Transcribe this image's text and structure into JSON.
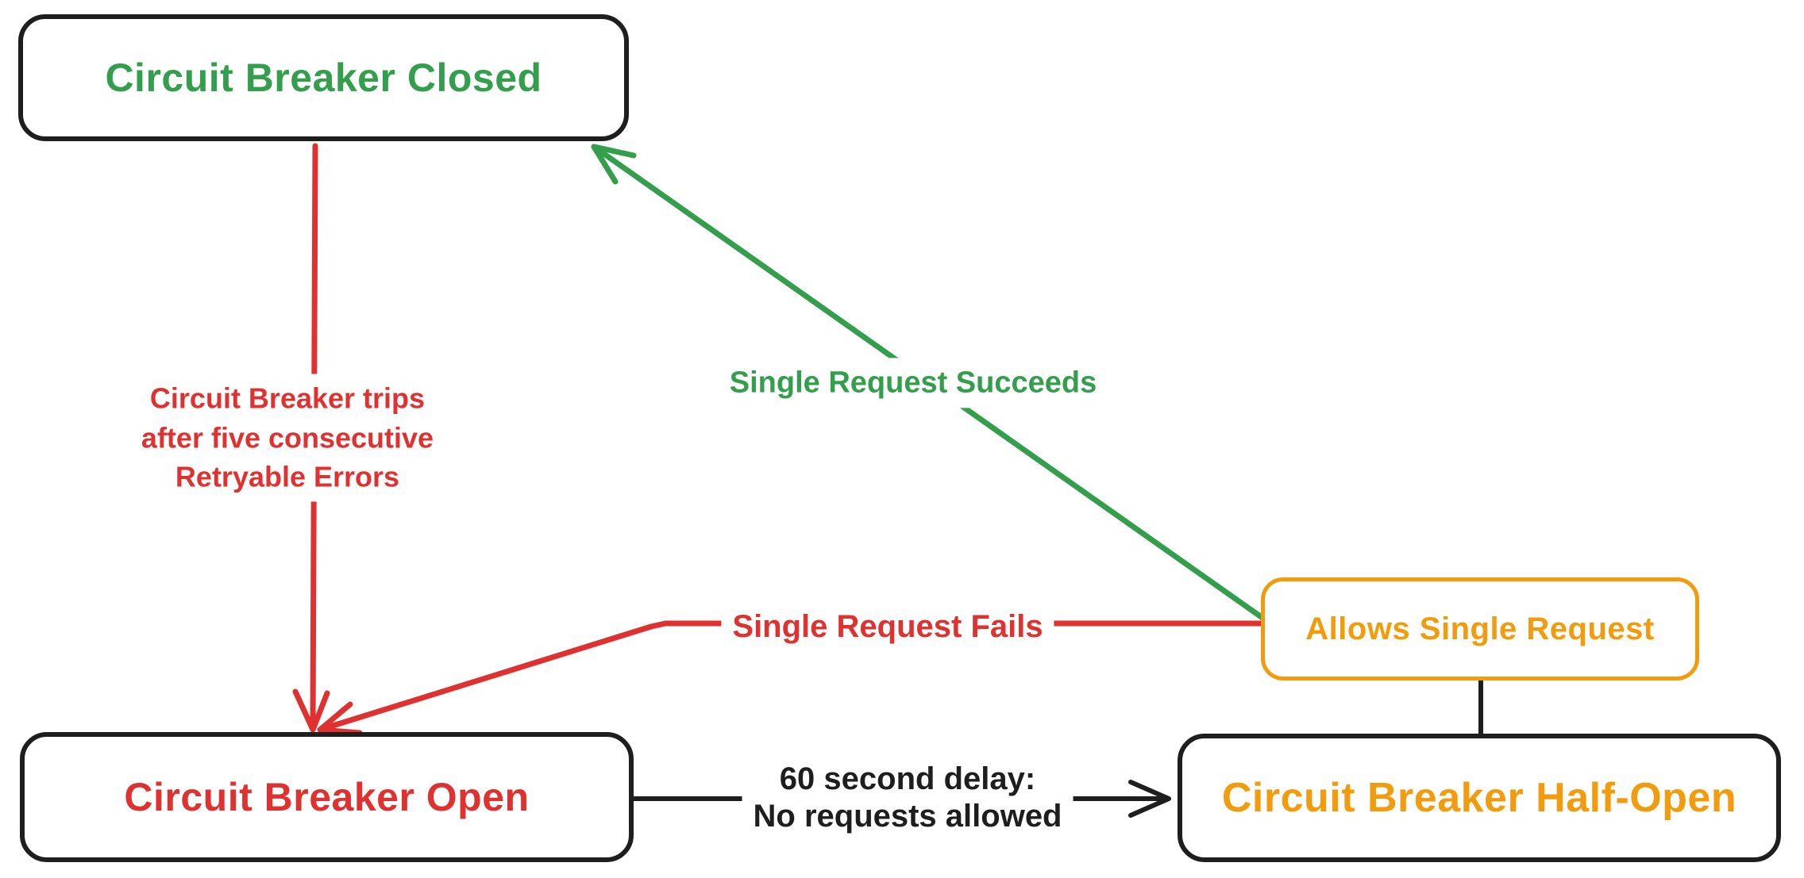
{
  "diagram": {
    "kind": "state-diagram",
    "subject": "Circuit Breaker pattern states",
    "nodes": {
      "closed": {
        "label": "Circuit Breaker Closed"
      },
      "open": {
        "label": "Circuit Breaker Open"
      },
      "half_open": {
        "label": "Circuit Breaker Half-Open"
      },
      "allows": {
        "label": "Allows Single Request"
      }
    },
    "edges": {
      "trips": {
        "label": "Circuit Breaker trips\nafter five consecutive\nRetryable Errors",
        "from": "closed",
        "to": "open"
      },
      "fails": {
        "label": "Single Request Fails",
        "from": "allows",
        "to": "open"
      },
      "succeeds": {
        "label": "Single Request Succeeds",
        "from": "allows",
        "to": "closed"
      },
      "delay": {
        "label": "60 second delay:\nNo requests allowed",
        "from": "open",
        "to": "half_open"
      },
      "allows_link": {
        "label": "",
        "from": "allows",
        "to": "half_open"
      }
    }
  },
  "colors": {
    "red": "#e03131",
    "green": "#339e4c",
    "orange": "#f29b0d",
    "ink": "#1e1e1e",
    "bg": "#ffffff"
  }
}
